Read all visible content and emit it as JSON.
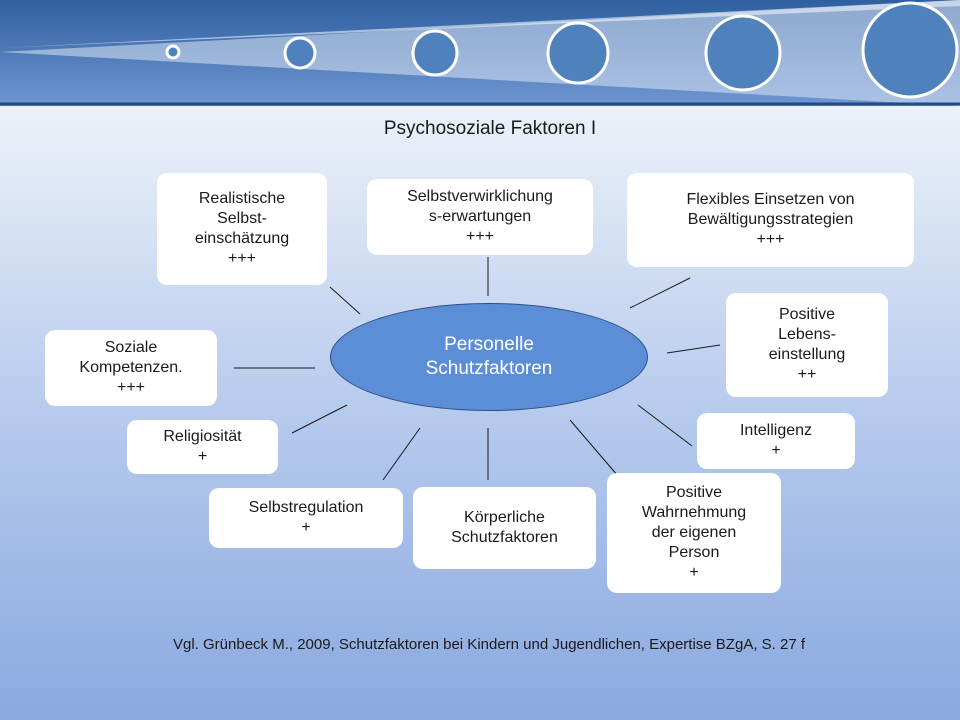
{
  "slide": {
    "title": "Psychosoziale Faktoren I",
    "center": "Personelle\nSchutzfaktoren",
    "factors": [
      {
        "id": "realistische",
        "label": "Realistische\nSelbst-\neinschätzung\n+++"
      },
      {
        "id": "selbstverwirklichung",
        "label": "Selbstverwirklichung\ns-erwartungen\n+++"
      },
      {
        "id": "flexibles",
        "label": "Flexibles Einsetzen von\nBewältigungsstrategien\n+++"
      },
      {
        "id": "lebenseinstellung",
        "label": "Positive\nLebens-\neinstellung\n++"
      },
      {
        "id": "intelligenz",
        "label": "Intelligenz\n+"
      },
      {
        "id": "wahrnehmung",
        "label": "Positive\nWahrnehmung\nder eigenen\nPerson\n+"
      },
      {
        "id": "koerperliche",
        "label": "Körperliche\nSchutzfaktoren"
      },
      {
        "id": "selbstregulation",
        "label": "Selbstregulation\n+"
      },
      {
        "id": "religiositaet",
        "label": "Religiosität\n+"
      },
      {
        "id": "soziale",
        "label": "Soziale\nKompetenzen.\n+++"
      }
    ],
    "citation": "Vgl. Grünbeck M., 2009, Schutzfaktoren bei Kindern und Jugendlichen, Expertise BZgA, S. 27 f"
  },
  "colors": {
    "banner_fill": "#4f81bd",
    "banner_light": "#dbe5f4",
    "ellipse_fill": "#5b8ed6",
    "ellipse_border": "#2b4f86",
    "connector": "#1a1a1a"
  }
}
